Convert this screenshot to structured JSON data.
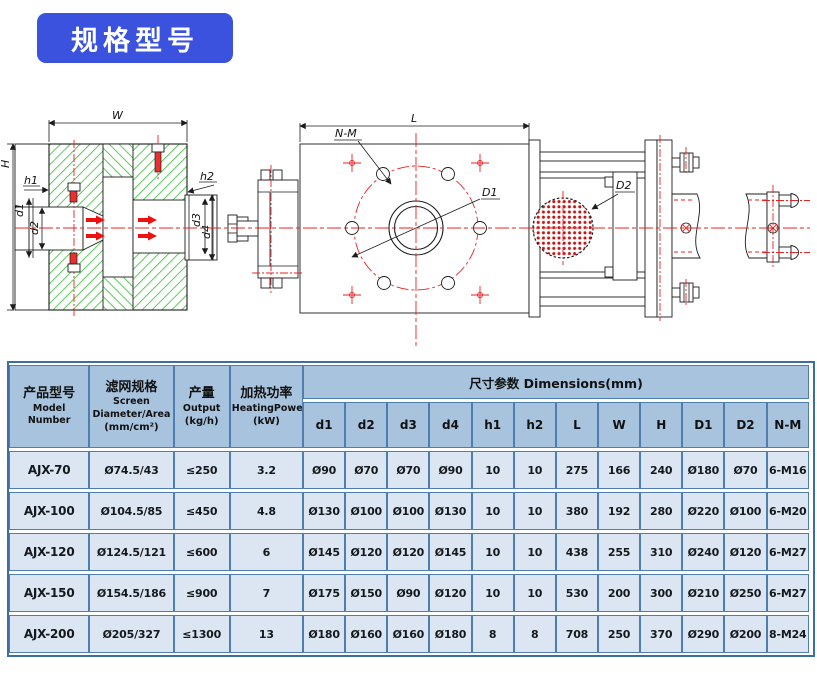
{
  "title_badge": {
    "text": "规格型号",
    "bg_color": "#3a52de",
    "text_color": "#ffffff"
  },
  "diagram": {
    "labels": {
      "W": "W",
      "H": "H",
      "h1": "h1",
      "h2": "h2",
      "d1": "d1",
      "d2": "d2",
      "d3": "d3",
      "d4": "d4",
      "L": "L",
      "NM": "N-M",
      "D1": "D1",
      "D2": "D2"
    },
    "colors": {
      "hatch_green": "#3ec43e",
      "centerline_red": "#e82222",
      "screen_dot_red": "#c41414",
      "line": "#1c1c1c"
    }
  },
  "table": {
    "header": {
      "model": {
        "zh": "产品型号",
        "en": "Model Number"
      },
      "screen": {
        "zh": "滤网规格",
        "en": "Screen Diameter/Area",
        "unit": "(mm/cm²)"
      },
      "output": {
        "zh": "产量",
        "en": "Output",
        "unit": "(kg/h)"
      },
      "heating": {
        "zh": "加热功率",
        "en": "HeatingPower",
        "unit": "(kW)"
      },
      "dimensions_label": "尺寸参数 Dimensions(mm)",
      "dim_cols": [
        "d1",
        "d2",
        "d3",
        "d4",
        "h1",
        "h2",
        "L",
        "W",
        "H",
        "D1",
        "D2",
        "N-M"
      ]
    },
    "rows": [
      {
        "model": "AJX-70",
        "screen": "Ø74.5/43",
        "output": "≤250",
        "heating": "3.2",
        "dims": [
          "Ø90",
          "Ø70",
          "Ø70",
          "Ø90",
          "10",
          "10",
          "275",
          "166",
          "240",
          "Ø180",
          "Ø70",
          "6-M16"
        ]
      },
      {
        "model": "AJX-100",
        "screen": "Ø104.5/85",
        "output": "≤450",
        "heating": "4.8",
        "dims": [
          "Ø130",
          "Ø100",
          "Ø100",
          "Ø130",
          "10",
          "10",
          "380",
          "192",
          "280",
          "Ø220",
          "Ø100",
          "6-M20"
        ]
      },
      {
        "model": "AJX-120",
        "screen": "Ø124.5/121",
        "output": "≤600",
        "heating": "6",
        "dims": [
          "Ø145",
          "Ø120",
          "Ø120",
          "Ø145",
          "10",
          "10",
          "438",
          "255",
          "310",
          "Ø240",
          "Ø120",
          "6-M27"
        ]
      },
      {
        "model": "AJX-150",
        "screen": "Ø154.5/186",
        "output": "≤900",
        "heating": "7",
        "dims": [
          "Ø175",
          "Ø150",
          "Ø90",
          "Ø120",
          "10",
          "10",
          "530",
          "200",
          "300",
          "Ø210",
          "Ø250",
          "6-M27"
        ]
      },
      {
        "model": "AJX-200",
        "screen": "Ø205/327",
        "output": "≤1300",
        "heating": "13",
        "dims": [
          "Ø180",
          "Ø160",
          "Ø160",
          "Ø180",
          "8",
          "8",
          "708",
          "250",
          "370",
          "Ø290",
          "Ø200",
          "8-M24"
        ]
      }
    ]
  }
}
